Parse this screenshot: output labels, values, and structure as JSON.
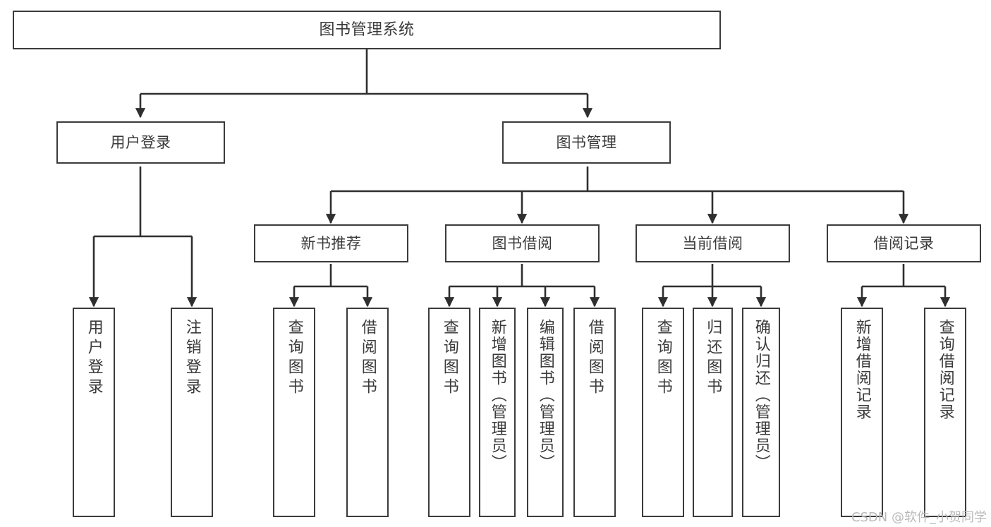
{
  "diagram": {
    "title": "图书管理系统",
    "type": "tree-hierarchy-chart",
    "watermark": "CSDN @软件_小贺同学",
    "colors": {
      "box_border": "#3b3b3b",
      "box_fill": "#ffffff",
      "text": "#3a3a3a",
      "edge": "#2f2f2f",
      "watermark": "#b9b9b9",
      "background": "#ffffff"
    }
  },
  "nodes": {
    "root": {
      "label": "图书管理系统"
    },
    "level2": [
      {
        "label": "用户登录"
      },
      {
        "label": "图书管理"
      }
    ],
    "level3": [
      {
        "label": "新书推荐"
      },
      {
        "label": "图书借阅"
      },
      {
        "label": "当前借阅"
      },
      {
        "label": "借阅记录"
      }
    ],
    "leaves": {
      "user_login": [
        {
          "label": "用户登录"
        },
        {
          "label": "注销登录"
        }
      ],
      "new_book_recommend": [
        {
          "label": "查询图书"
        },
        {
          "label": "借阅图书"
        }
      ],
      "book_borrow": [
        {
          "label": "查询图书"
        },
        {
          "label": "新增图书（管理员）"
        },
        {
          "label": "编辑图书（管理员）"
        },
        {
          "label": "借阅图书"
        }
      ],
      "current_borrow": [
        {
          "label": "查询图书"
        },
        {
          "label": "归还图书"
        },
        {
          "label": "确认归还（管理员）"
        }
      ],
      "borrow_records": [
        {
          "label": "新增借阅记录"
        },
        {
          "label": "查询借阅记录"
        }
      ]
    }
  }
}
